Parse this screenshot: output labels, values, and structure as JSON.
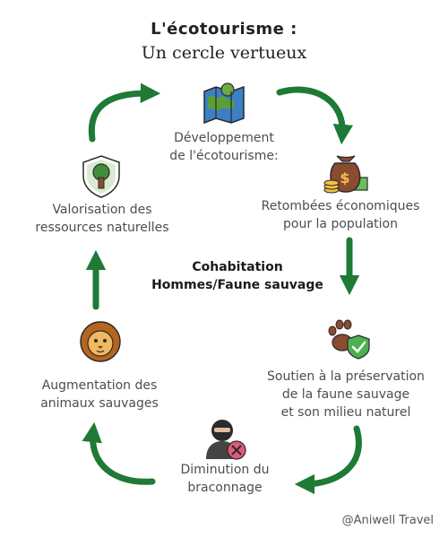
{
  "title": "L'écotourisme :",
  "subtitle": "Un cercle vertueux",
  "center": {
    "line1": "Cohabitation",
    "line2": "Hommes/Faune sauvage"
  },
  "nodes": {
    "developpement": {
      "line1": "Développement",
      "line2": "de l'écotourisme:",
      "icon": "map-globe-icon"
    },
    "retombees": {
      "line1": "Retombées économiques",
      "line2": "pour la population",
      "icon": "money-bag-icon"
    },
    "soutien": {
      "line1": "Soutien à la préservation",
      "line2": "de la faune sauvage",
      "line3": "et son milieu naturel",
      "icon": "paw-shield-icon"
    },
    "diminution": {
      "line1": "Diminution du",
      "line2": "braconnage",
      "icon": "poacher-icon"
    },
    "augmentation": {
      "line1": "Augmentation des",
      "line2": "animaux sauvages",
      "icon": "lion-icon"
    },
    "valorisation": {
      "line1": "Valorisation des",
      "line2": "ressources naturelles",
      "icon": "tree-shield-icon"
    }
  },
  "credit": "@Aniwell Travel",
  "colors": {
    "arrow": "#1e7a35",
    "text": "#4d4d4d",
    "title": "#222222"
  }
}
